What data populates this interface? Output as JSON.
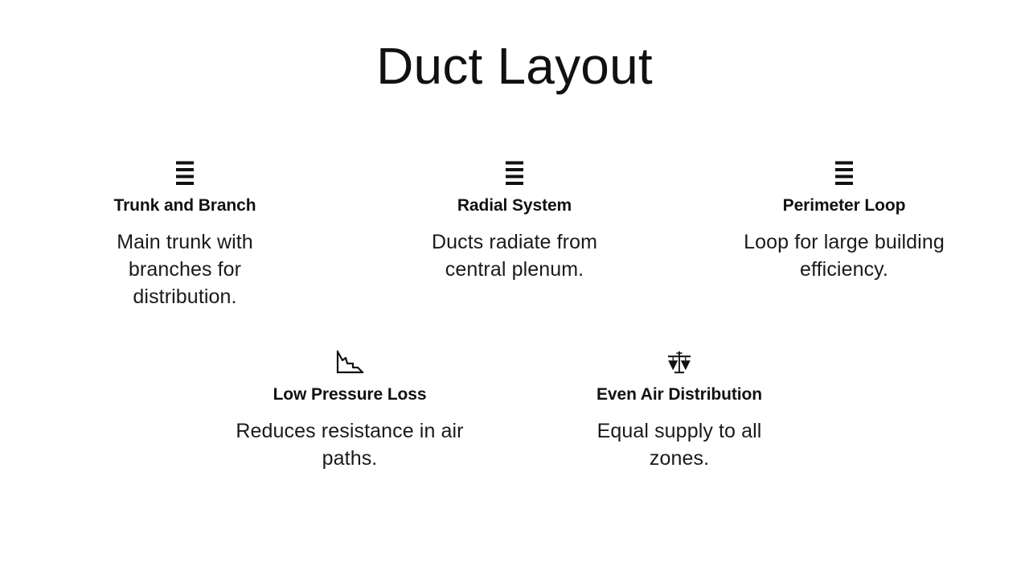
{
  "slide": {
    "title": "Duct Layout",
    "background_color": "#ffffff",
    "text_color": "#111111"
  },
  "rows": [
    {
      "name": "top-row",
      "cards": [
        {
          "icon": "list-lines-icon",
          "heading": "Trunk and Branch",
          "body": "Main trunk with branches for distribution."
        },
        {
          "icon": "list-lines-icon",
          "heading": "Radial System",
          "body": "Ducts radiate from central plenum."
        },
        {
          "icon": "list-lines-icon",
          "heading": "Perimeter Loop",
          "body": "Loop for large building efficiency."
        }
      ]
    },
    {
      "name": "bottom-row",
      "cards": [
        {
          "icon": "chart-line-down-icon",
          "heading": "Low Pressure Loss",
          "body": "Reduces resistance in air paths."
        },
        {
          "icon": "balance-scale-icon",
          "heading": "Even Air Distribution",
          "body": "Equal supply to all zones."
        }
      ]
    }
  ]
}
